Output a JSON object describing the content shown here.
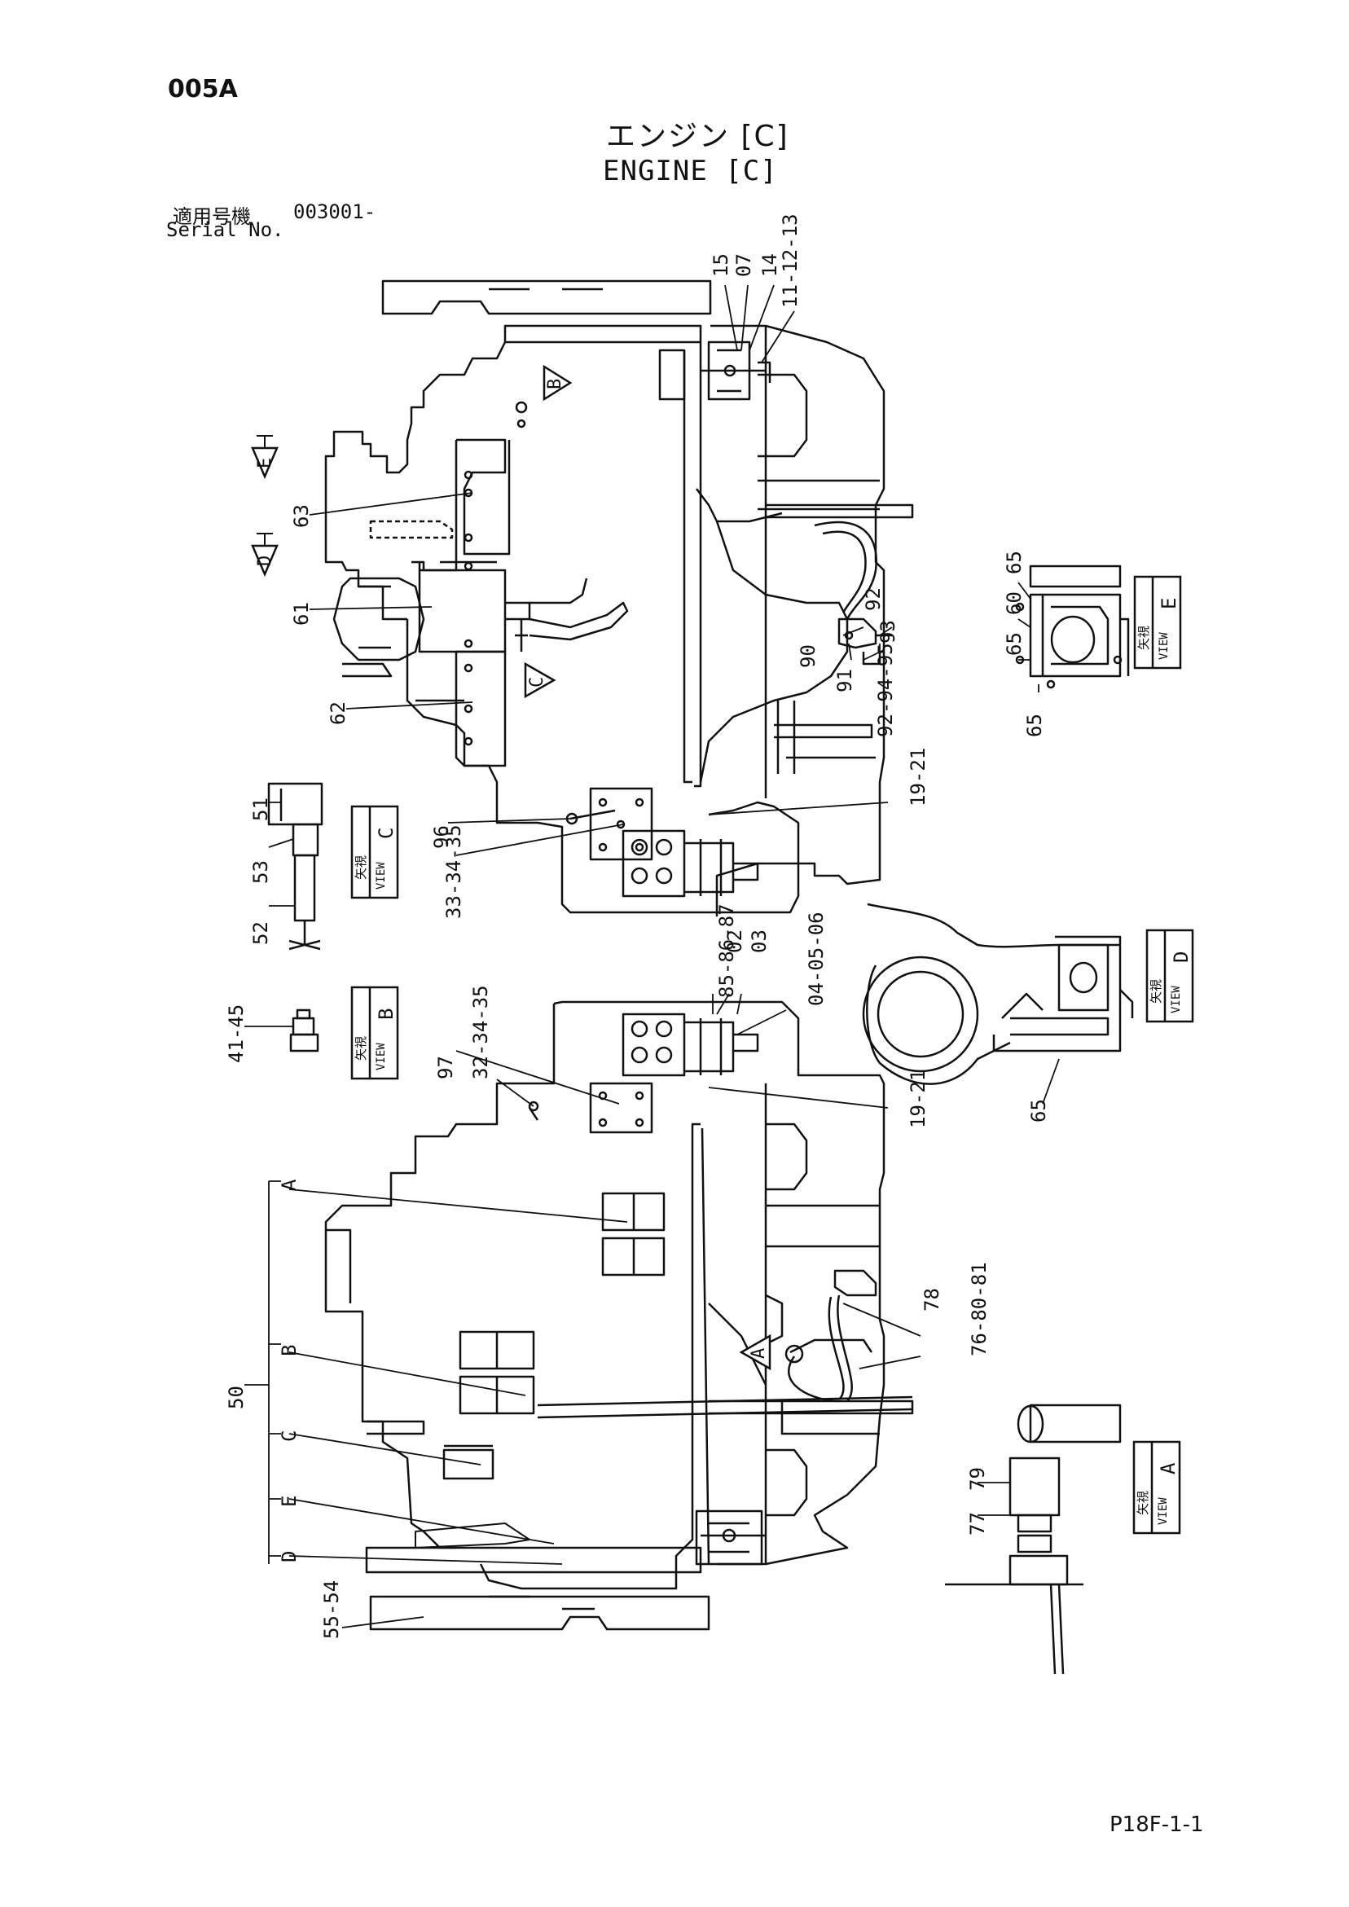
{
  "header": {
    "page_code": "005A",
    "title_ja": "エンジン [C]",
    "title_en": "ENGINE [C]",
    "serial_label_ja": "適用号機",
    "serial_number": "003001-",
    "serial_label_en": "Serial No."
  },
  "footer": {
    "sheet_ref": "P18F-1-1"
  },
  "callouts": {
    "c15": "15",
    "c07": "07",
    "c14": "14",
    "c11_13": "11-12-13",
    "c63": "63",
    "c61": "61",
    "c62": "62",
    "c65a": "65",
    "c60": "60",
    "c65b": "65",
    "c65c": "65",
    "c92a": "92",
    "c93": "93",
    "c90": "90",
    "c91": "91",
    "c92_95": "92-94-95",
    "c19_21a": "19-21",
    "c96": "96",
    "c33_35": "33-34-35",
    "c51": "51",
    "c53": "53",
    "c52": "52",
    "c41_45": "41-45",
    "c85_87": "85-86-87",
    "c02": "02",
    "c03": "03",
    "c04_06": "04-05-06",
    "c32_35": "32-34-35",
    "c97": "97",
    "c19_21b": "19-21",
    "c65d": "65",
    "cA": "A",
    "cB": "B",
    "cC": "C",
    "cE": "E",
    "cD": "D",
    "c50": "50",
    "c76_81": "76-80-81",
    "c78": "78",
    "c55_54": "55-54",
    "c77": "77",
    "c79": "79"
  },
  "view_markers": {
    "arrow_B": "B",
    "arrow_E": "E",
    "arrow_D": "D",
    "arrow_C": "C",
    "arrow_A": "A"
  },
  "view_labels": {
    "view_c": {
      "ja": "矢視",
      "en": "VIEW",
      "letter": "C"
    },
    "view_b": {
      "ja": "矢視",
      "en": "VIEW",
      "letter": "B"
    },
    "view_e": {
      "ja": "矢視",
      "en": "VIEW",
      "letter": "E"
    },
    "view_d": {
      "ja": "矢視",
      "en": "VIEW",
      "letter": "D"
    },
    "view_a": {
      "ja": "矢視",
      "en": "VIEW",
      "letter": "A"
    }
  }
}
